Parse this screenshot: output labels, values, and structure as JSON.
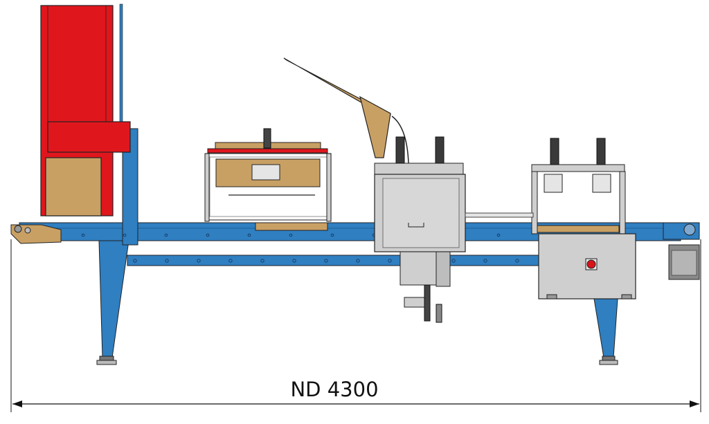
{
  "dimension": {
    "label": "ND 4300"
  },
  "colors": {
    "frame_blue": "#2f7fc1",
    "frame_blue_dark": "#1f5f98",
    "magazine_red": "#e0161d",
    "wood_tan": "#c9a064",
    "machine_grey": "#cfcfcf",
    "machine_grey_dark": "#8a8a8a",
    "stop_button": "#d8141b",
    "outline": "#222222"
  },
  "components": [
    {
      "name": "magazine-tower",
      "icon": "red-stacking-tower"
    },
    {
      "name": "infeed-press",
      "icon": "press-unit"
    },
    {
      "name": "saw-unit",
      "icon": "cutting-head"
    },
    {
      "name": "outfeed-press",
      "icon": "press-unit"
    },
    {
      "name": "control-cabinet",
      "icon": "cabinet"
    },
    {
      "name": "emergency-stop",
      "icon": "stop-button-icon"
    },
    {
      "name": "motor",
      "icon": "gear-motor-icon"
    }
  ]
}
